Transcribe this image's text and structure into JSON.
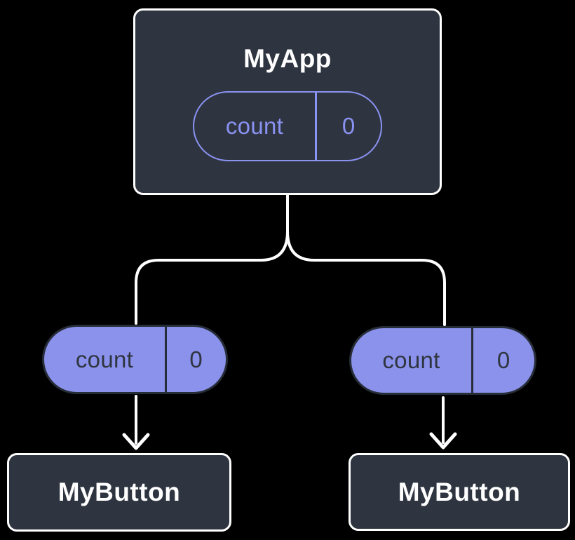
{
  "diagram": {
    "parent": {
      "title": "MyApp",
      "state": {
        "name": "count",
        "value": "0"
      }
    },
    "children": [
      {
        "title": "MyButton",
        "state": {
          "name": "count",
          "value": "0"
        }
      },
      {
        "title": "MyButton",
        "state": {
          "name": "count",
          "value": "0"
        }
      }
    ]
  },
  "colors": {
    "bg": "#000000",
    "panel": "#2F3540",
    "panel_border": "#FFFFFF",
    "pill_fill": "#8B92EC",
    "pill_outline": "#8A92F2",
    "pill_dark_border": "#272D37",
    "text_light": "#FFFFFF",
    "text_dark": "#2F3540",
    "connector": "#FFFFFF"
  }
}
